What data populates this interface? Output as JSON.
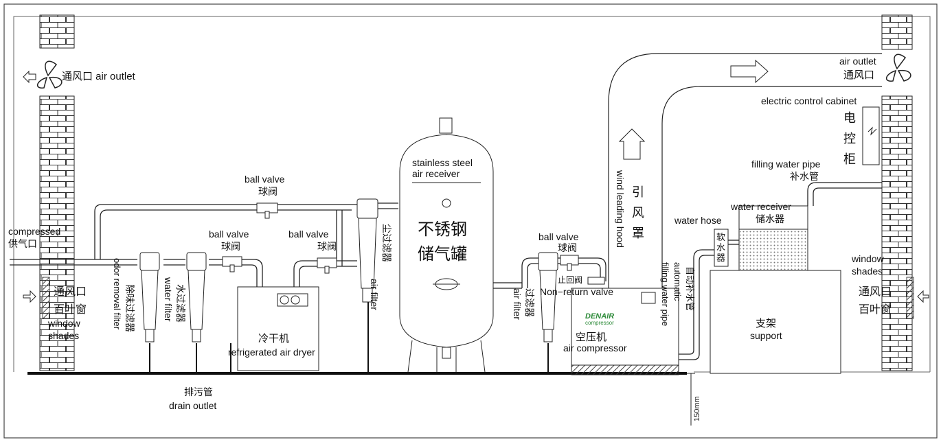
{
  "labels": {
    "air_outlet_left": "通风口 air outlet",
    "air_outlet_right_en": "air outlet",
    "air_outlet_right_cn": "通风口",
    "electric_cabinet_en": "electric control cabinet",
    "electric_cabinet_cn_1": "电",
    "electric_cabinet_cn_2": "控",
    "electric_cabinet_cn_3": "柜",
    "filling_pipe_en": "filling water pipe",
    "filling_pipe_cn": "补水管",
    "water_receiver_en": "water receiver",
    "water_receiver_cn": "储水器",
    "water_hose": "water hose",
    "soft_pipe_cn_1": "软",
    "soft_pipe_cn_2": "水",
    "soft_pipe_cn_3": "器",
    "window_shades_right_en_1": "window",
    "window_shades_right_en_2": "shades",
    "vent_right_cn": "通风口",
    "louver_right_cn": "百叶窗",
    "support_cn": "支架",
    "support_en": "support",
    "auto_fill_cn": "自动补水管",
    "auto_fill_en_1": "automatic",
    "auto_fill_en_2": "filling water pipe",
    "wind_hood_en": "wind leading hood",
    "wind_hood_cn_1": "引",
    "wind_hood_cn_2": "风",
    "wind_hood_cn_3": "罩",
    "ball_valve_right_en": "ball valve",
    "ball_valve_right_cn": "球阀",
    "check_valve_cn": "止回阀",
    "check_valve_en": "Non−return valve",
    "compressor_brand": "DENAIR",
    "compressor_brand_sub": "compressor",
    "compressor_cn": "空压机",
    "compressor_en": "air compressor",
    "dist_150": "150mm",
    "filter_right_cn": "过滤器",
    "filter_right_en": "air filter",
    "tank_en_1": "stainless steel",
    "tank_en_2": "air receiver",
    "tank_cn_1": "不锈钢",
    "tank_cn_2": "储气罐",
    "dust_filter_cn": "尘过滤器",
    "dust_filter_en": "air filter",
    "ball_valve_top_en": "ball valve",
    "ball_valve_top_cn": "球阀",
    "ball_valve_mid_en": "ball valve",
    "ball_valve_mid_cn": "球阀",
    "ball_valve_left_en": "ball valve",
    "ball_valve_left_cn": "球阀",
    "compressed_en": "compressed",
    "supply_cn": "供气口",
    "vent_left_cn": "通风口",
    "louver_left_cn": "百叶窗",
    "window_left_en": "window",
    "shades_left_en": "shades",
    "odor_cn": "除味过滤器",
    "odor_en": "odor removal filter",
    "water_filter_cn": "水过滤器",
    "water_filter_en": "water filter",
    "dryer_cn": "冷干机",
    "dryer_en": "refrigerated air dryer",
    "drain_cn": "排污管",
    "drain_en": "drain outlet"
  }
}
